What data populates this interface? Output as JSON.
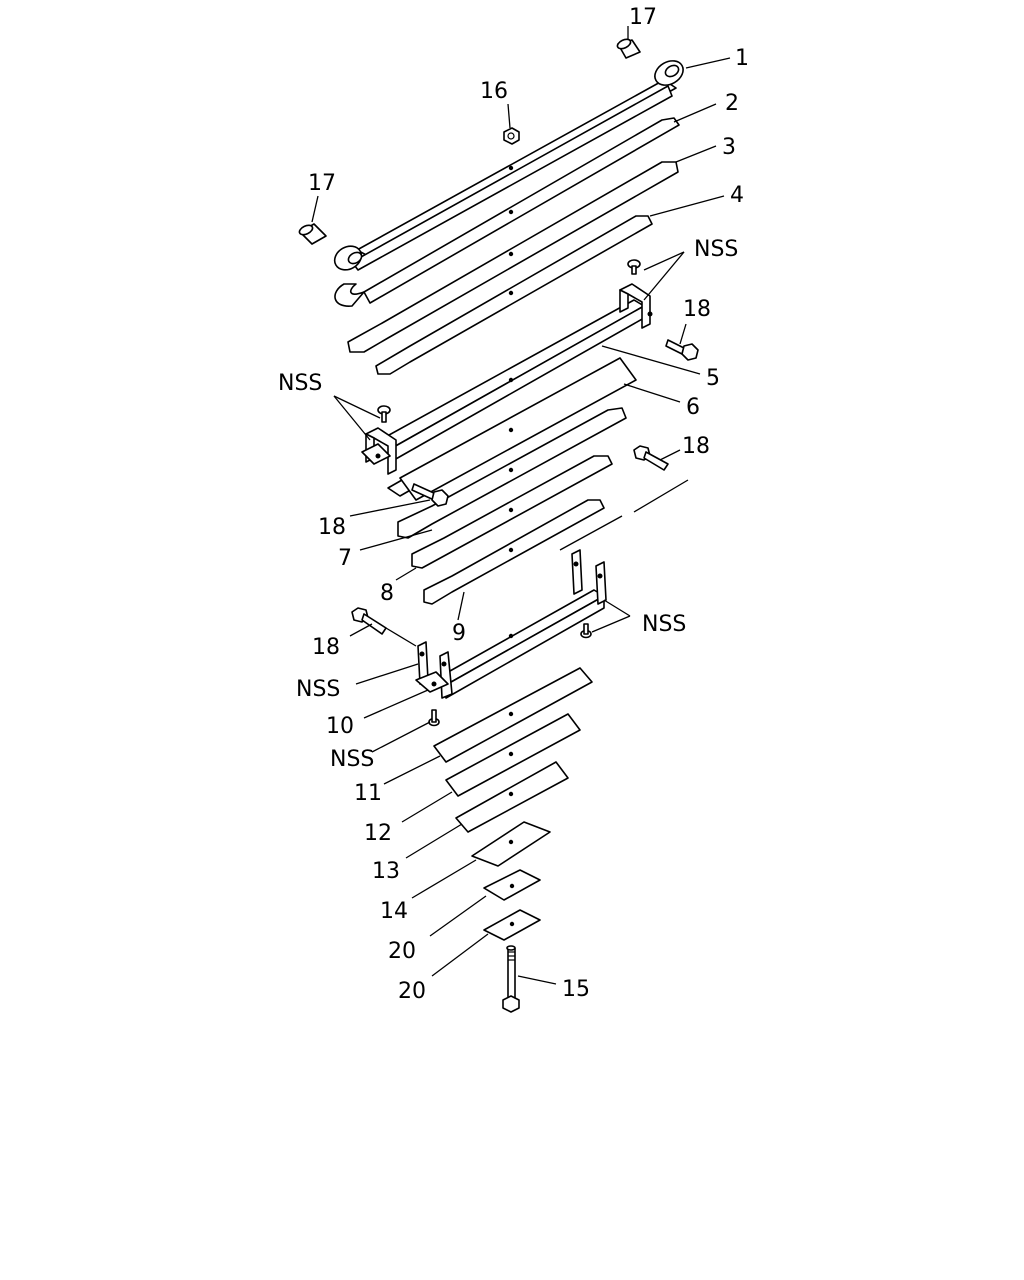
{
  "labels": {
    "l1": "1",
    "l2": "2",
    "l3": "3",
    "l4": "4",
    "l5": "5",
    "l6": "6",
    "l7": "7",
    "l8": "8",
    "l9": "9",
    "l10": "10",
    "l11": "11",
    "l12": "12",
    "l13": "13",
    "l14": "14",
    "l15": "15",
    "l16": "16",
    "l17a": "17",
    "l17b": "17",
    "l18a": "18",
    "l18b": "18",
    "l18c": "18",
    "l18d": "18",
    "l20a": "20",
    "l20b": "20",
    "nss1": "NSS",
    "nss2": "NSS",
    "nss3": "NSS",
    "nss4": "NSS",
    "nss5": "NSS"
  }
}
